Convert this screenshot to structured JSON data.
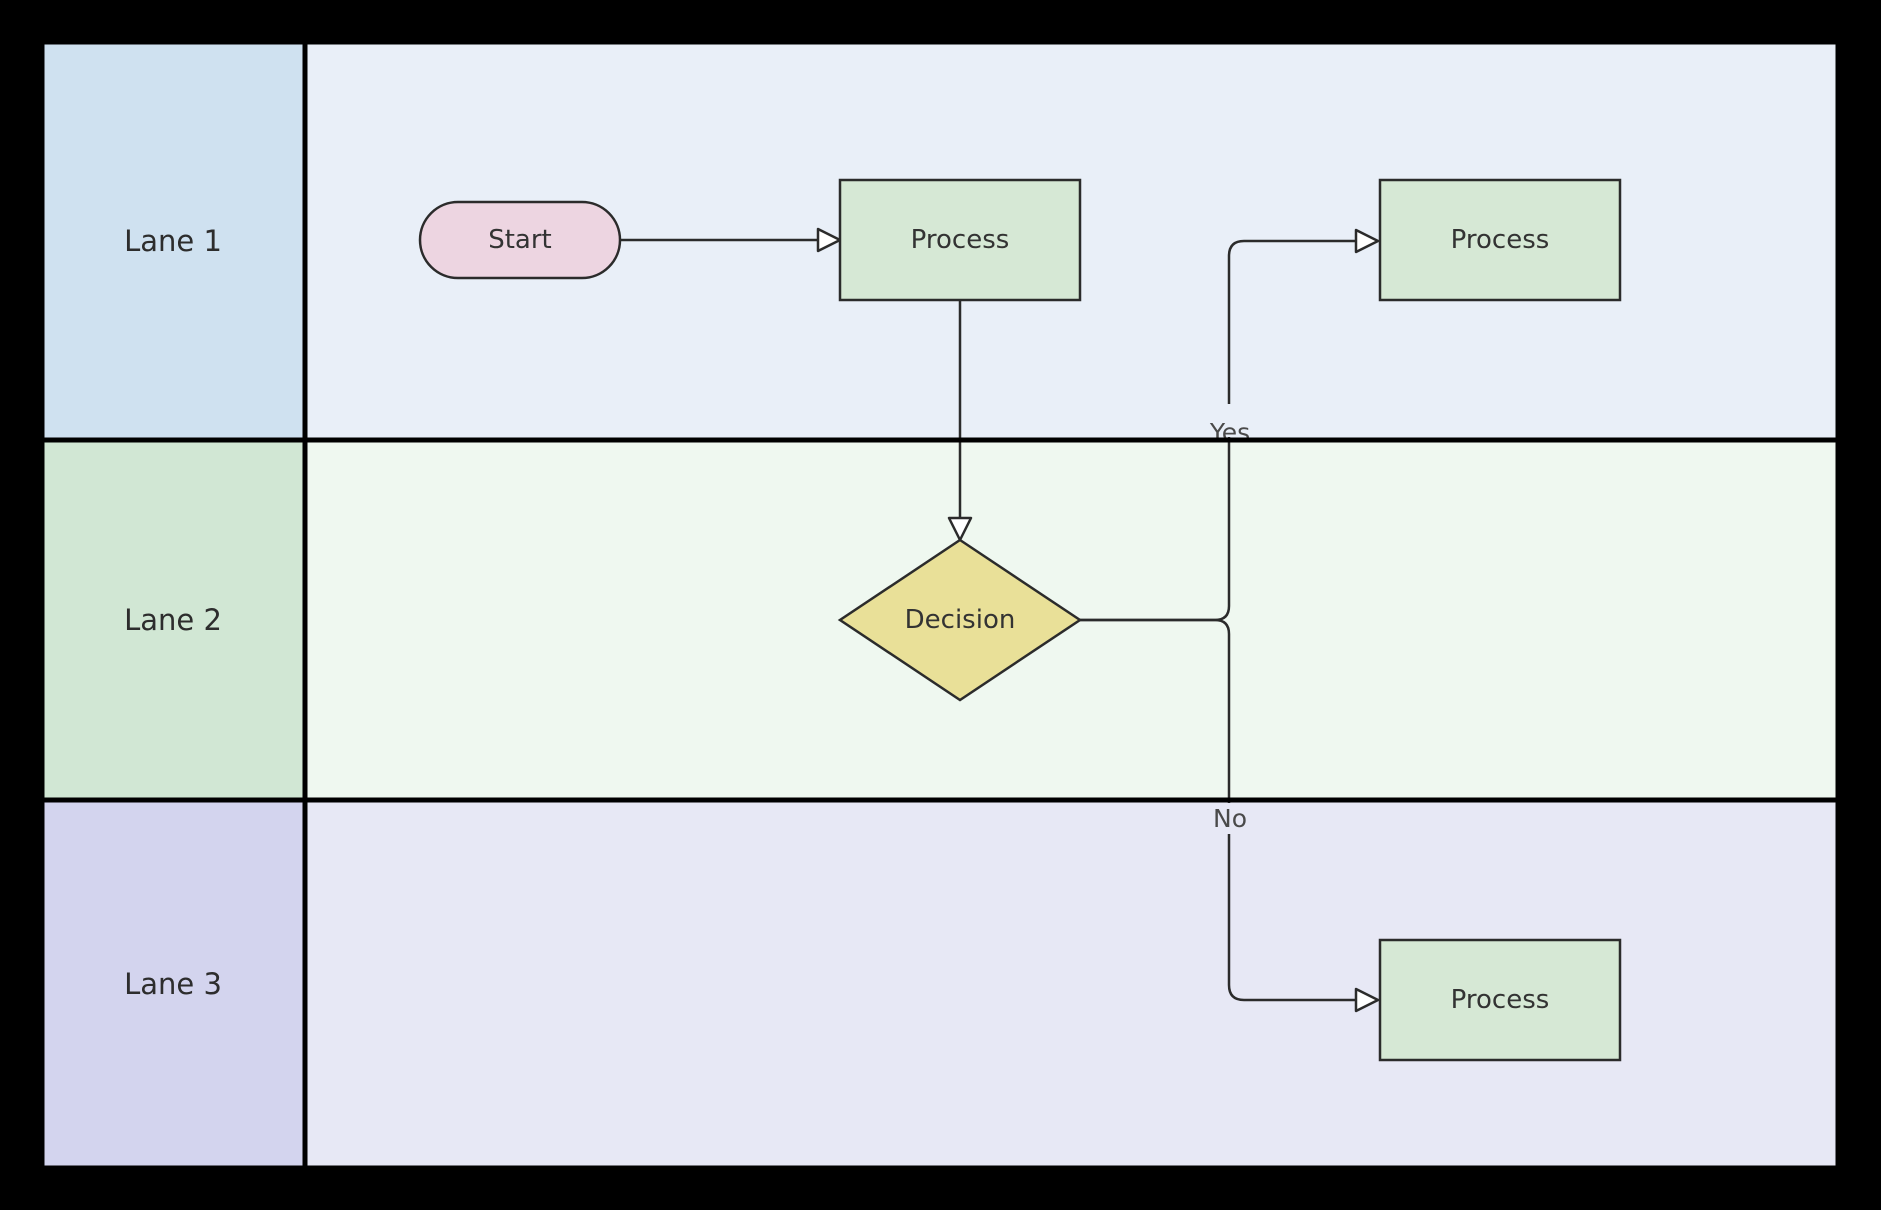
{
  "diagram": {
    "type": "swimlane-flowchart",
    "background_color": "#000000",
    "line_color": "#2b2b2b",
    "lanes": [
      {
        "label": "Lane 1",
        "header_color": "#cfe1f0",
        "body_color": "#e9eff8"
      },
      {
        "label": "Lane 2",
        "header_color": "#d1e7d4",
        "body_color": "#eff8f0"
      },
      {
        "label": "Lane 3",
        "header_color": "#d3d4ee",
        "body_color": "#e7e8f5"
      }
    ],
    "nodes": [
      {
        "id": "start",
        "label": "Start",
        "shape": "stadium",
        "lane": "Lane 1",
        "fill": "#edd5e1"
      },
      {
        "id": "process1",
        "label": "Process",
        "shape": "rect",
        "lane": "Lane 1",
        "fill": "#d6e8d5"
      },
      {
        "id": "process2",
        "label": "Process",
        "shape": "rect",
        "lane": "Lane 1",
        "fill": "#d6e8d5"
      },
      {
        "id": "decision",
        "label": "Decision",
        "shape": "diamond",
        "lane": "Lane 2",
        "fill": "#e9e098"
      },
      {
        "id": "process3",
        "label": "Process",
        "shape": "rect",
        "lane": "Lane 3",
        "fill": "#d6e8d5"
      }
    ],
    "edges": [
      {
        "from": "start",
        "to": "process1",
        "label": ""
      },
      {
        "from": "process1",
        "to": "decision",
        "label": ""
      },
      {
        "from": "decision",
        "to": "process2",
        "label": "Yes"
      },
      {
        "from": "decision",
        "to": "process3",
        "label": "No"
      }
    ]
  }
}
